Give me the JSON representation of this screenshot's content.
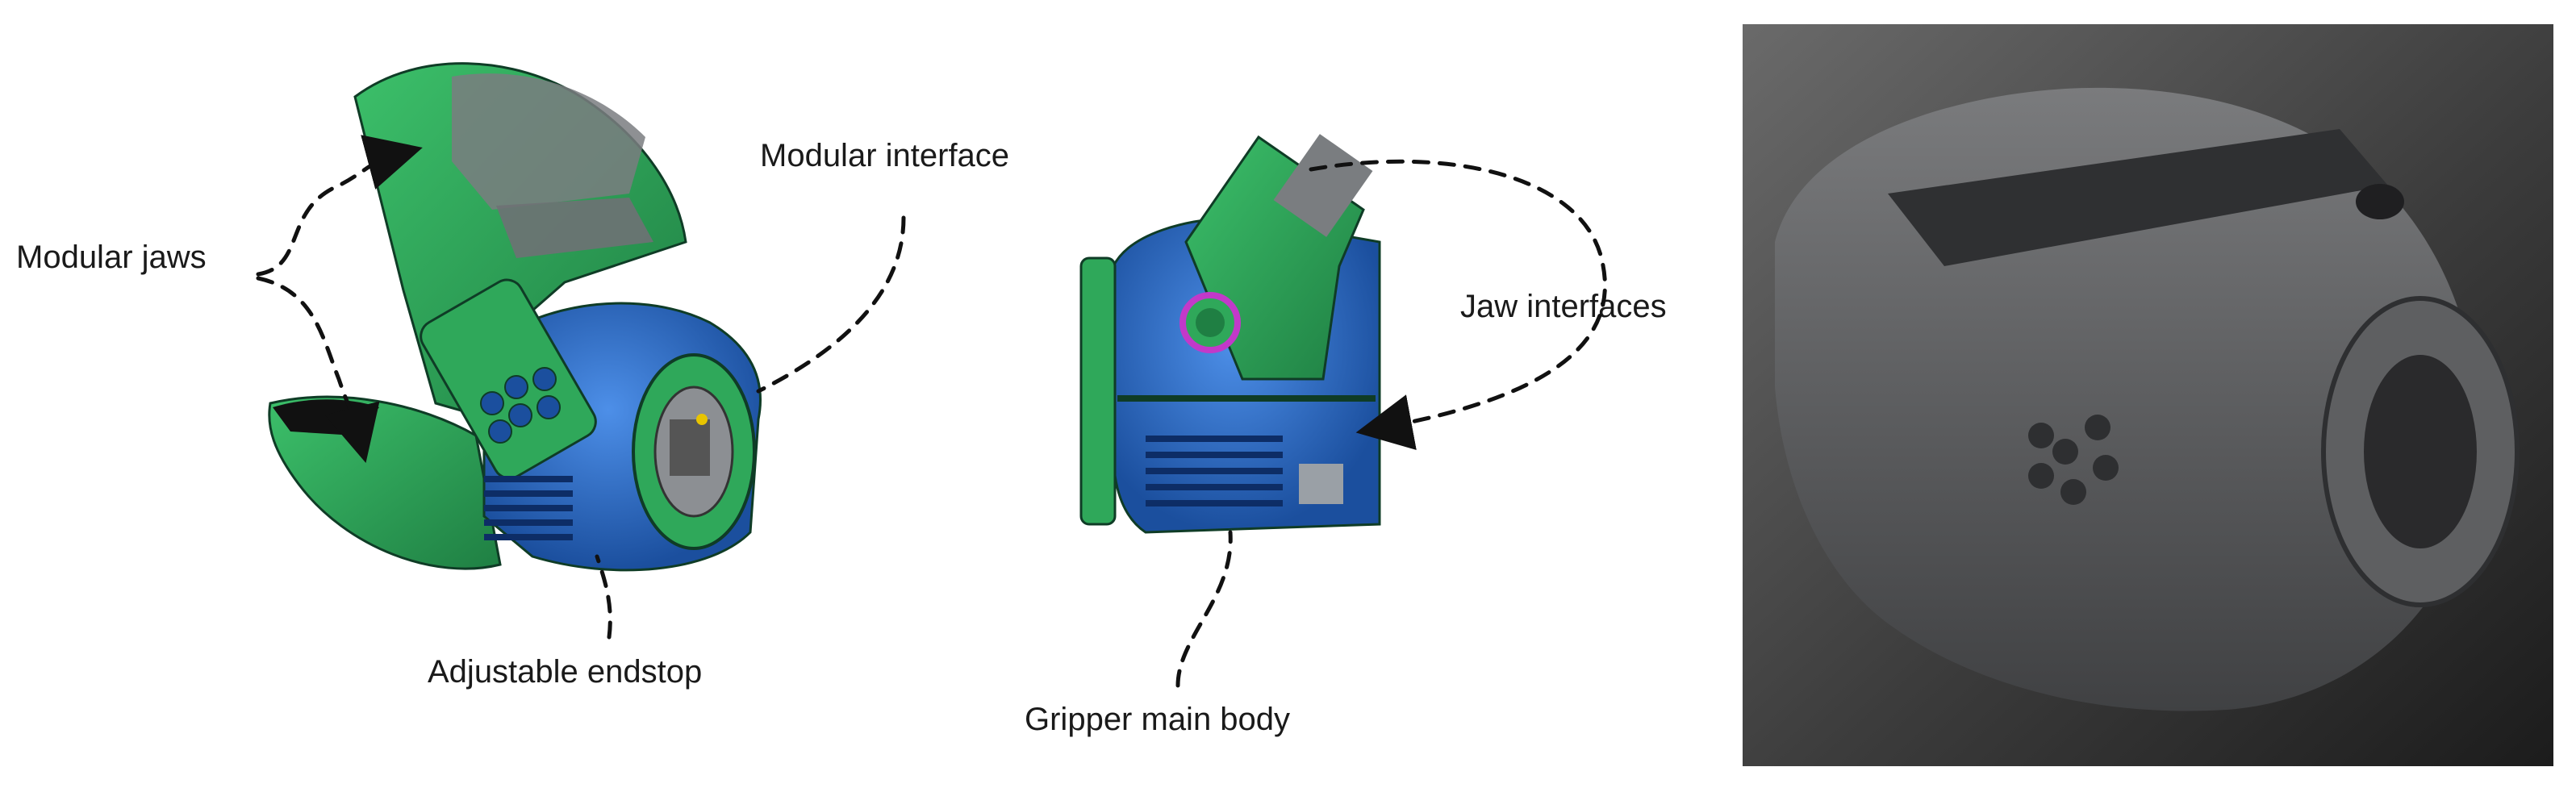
{
  "labels": {
    "modular_jaws": "Modular jaws",
    "modular_interface": "Modular interface",
    "adjustable_endstop": "Adjustable endstop",
    "jaw_interfaces": "Jaw interfaces",
    "gripper_main_body": "Gripper main body"
  },
  "colors": {
    "jaw_green": "#2fa85a",
    "jaw_green_dark": "#1f7f43",
    "body_blue": "#2a6fd0",
    "body_blue_dark": "#1b4f9e",
    "pad_gray": "#7a7d80",
    "accent_magenta": "#c239c9",
    "photo_bg": "#3a3a3a",
    "photo_part": "#58595b"
  }
}
